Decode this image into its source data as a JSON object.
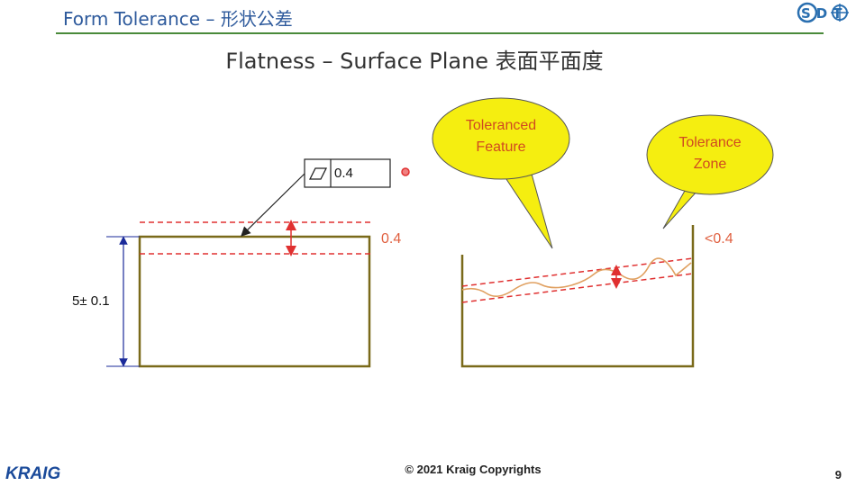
{
  "header": {
    "title": "Form Tolerance – 形状公差",
    "rule_color": "#4a8a3a"
  },
  "logo": {
    "text": "SDT",
    "color": "#2a6fb0"
  },
  "slide": {
    "title": "Flatness – Surface Plane 表面平面度"
  },
  "left_diagram": {
    "dimension_label": "5± 0.1",
    "fcf_symbol": "flatness-parallelogram",
    "fcf_value": "0.4",
    "tolerance_label": "0.4"
  },
  "right_diagram": {
    "tolerance_label": "<0.4",
    "callout_feature": {
      "line1": "Toleranced",
      "line2": "Feature"
    },
    "callout_zone": {
      "line1": "Tolerance",
      "line2": "Zone"
    }
  },
  "colors": {
    "outline": "#7a6a1a",
    "dashed": "#e03030",
    "dimension": "#1a2a9a",
    "callout_fill": "#f5ee10",
    "label": "#e06040"
  },
  "footer": {
    "brand": "KRAIG",
    "copyright": "© 2021 Kraig Copyrights",
    "page_number": "9"
  }
}
